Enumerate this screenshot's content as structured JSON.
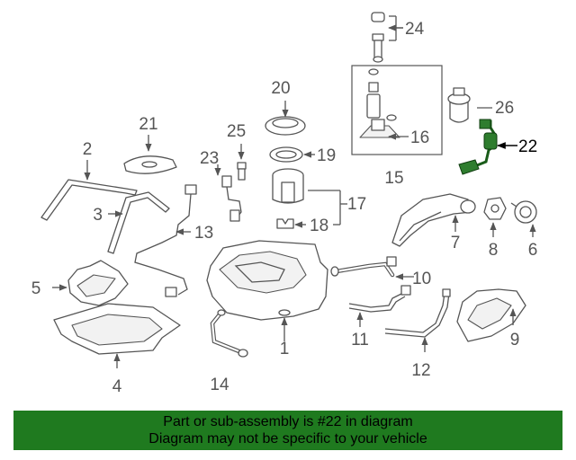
{
  "callouts": {
    "c1": "1",
    "c2": "2",
    "c3": "3",
    "c4": "4",
    "c5": "5",
    "c6": "6",
    "c7": "7",
    "c8": "8",
    "c9": "9",
    "c10": "10",
    "c11": "11",
    "c12": "12",
    "c13": "13",
    "c14": "14",
    "c15": "15",
    "c16": "16",
    "c17": "17",
    "c18": "18",
    "c19": "19",
    "c20": "20",
    "c21": "21",
    "c22": "22",
    "c23": "23",
    "c24": "24",
    "c25": "25",
    "c26": "26"
  },
  "highlight": {
    "part": "22",
    "color": "#1a5c1a"
  },
  "banner": {
    "line1": "Part or sub-assembly is #22 in diagram",
    "line2": "Diagram may not be specific to your vehicle",
    "color": "#1f7a1f"
  }
}
